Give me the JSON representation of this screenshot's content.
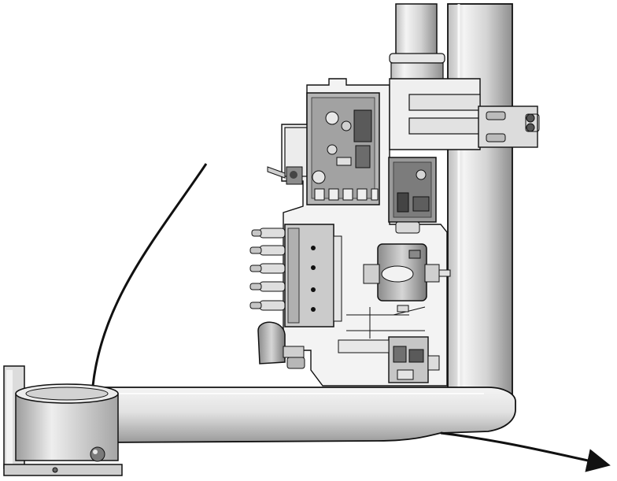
{
  "diagram": {
    "colors": {
      "outline": "#111111",
      "metal_light": "#f2f2f2",
      "metal_mid": "#d9d9d9",
      "metal_dark": "#9a9a9a",
      "pcb": "#a8a8a8",
      "pcb_dark": "#6f6f6f",
      "background": "#ffffff"
    },
    "parts": [
      "vertical-pipe",
      "horizontal-arm",
      "cup-holder",
      "pipe-clamp",
      "main-control-board",
      "secondary-control-board",
      "valve-manifold",
      "central-pump",
      "lower-pump",
      "side-switch",
      "mounting-plate",
      "incoming-tube",
      "outgoing-tube-arrow"
    ]
  }
}
